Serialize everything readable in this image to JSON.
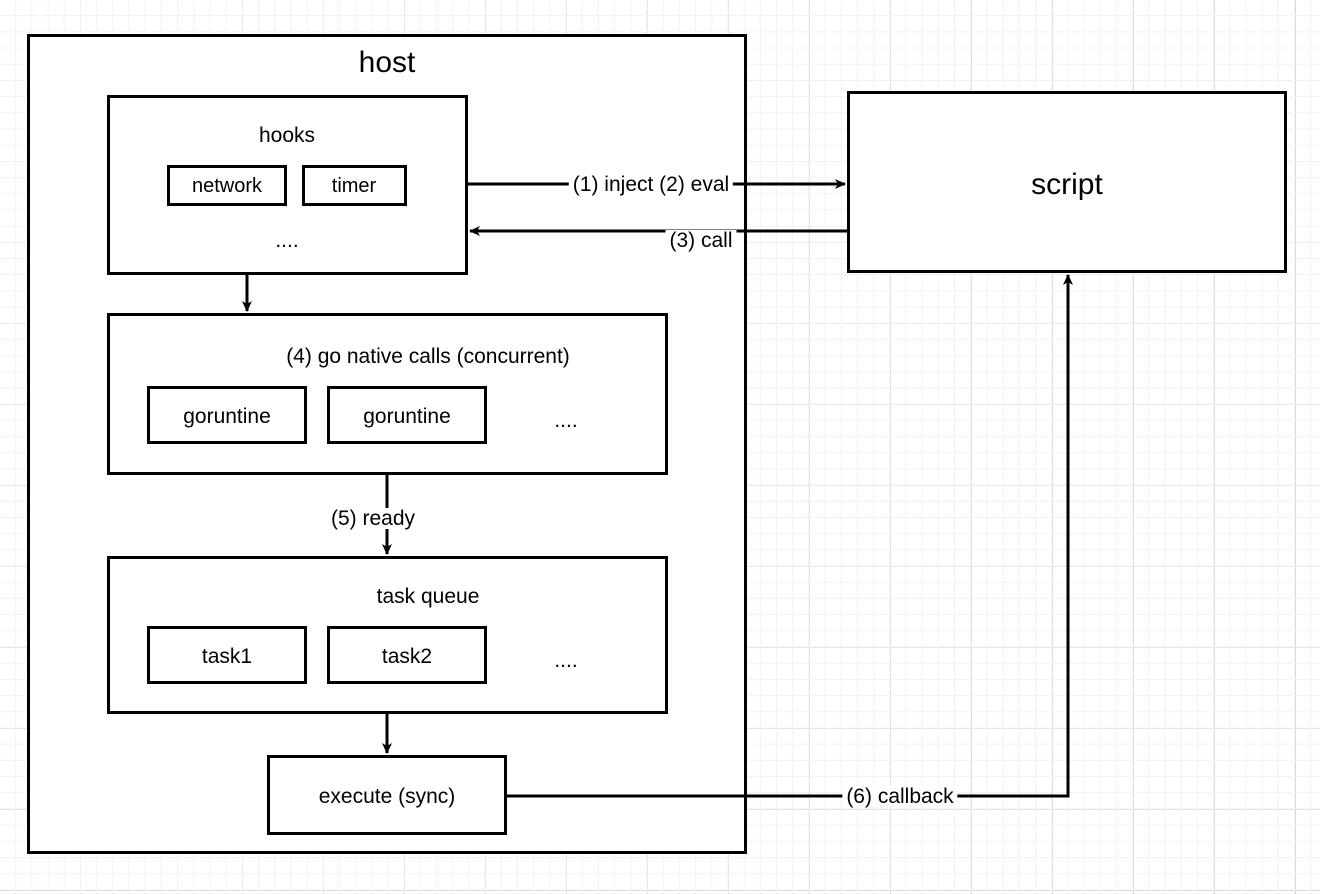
{
  "diagram": {
    "title_host": "host",
    "title_script": "script",
    "boxes": {
      "hooks": {
        "label": "hooks",
        "items": [
          "network",
          "timer"
        ],
        "ellipsis": "...."
      },
      "native_calls": {
        "label": "(4) go native calls (concurrent)",
        "items": [
          "goruntine",
          "goruntine"
        ],
        "ellipsis": "...."
      },
      "task_queue": {
        "label": "task queue",
        "items": [
          "task1",
          "task2"
        ],
        "ellipsis": "...."
      },
      "execute": {
        "label": "execute (sync)"
      }
    },
    "edges": [
      {
        "id": "inject-eval",
        "label": "(1) inject  (2) eval",
        "from": "hooks",
        "to": "script"
      },
      {
        "id": "call",
        "label": "(3) call",
        "from": "script",
        "to": "hooks"
      },
      {
        "id": "ready",
        "label": "(5) ready",
        "from": "native-calls",
        "to": "task-queue"
      },
      {
        "id": "callback",
        "label": "(6) callback",
        "from": "execute",
        "to": "script"
      }
    ],
    "colors": {
      "stroke": "#000000",
      "fill": "#ffffff",
      "grid_minor": "#f2f2f2",
      "grid_major": "#dcdcdc"
    }
  }
}
